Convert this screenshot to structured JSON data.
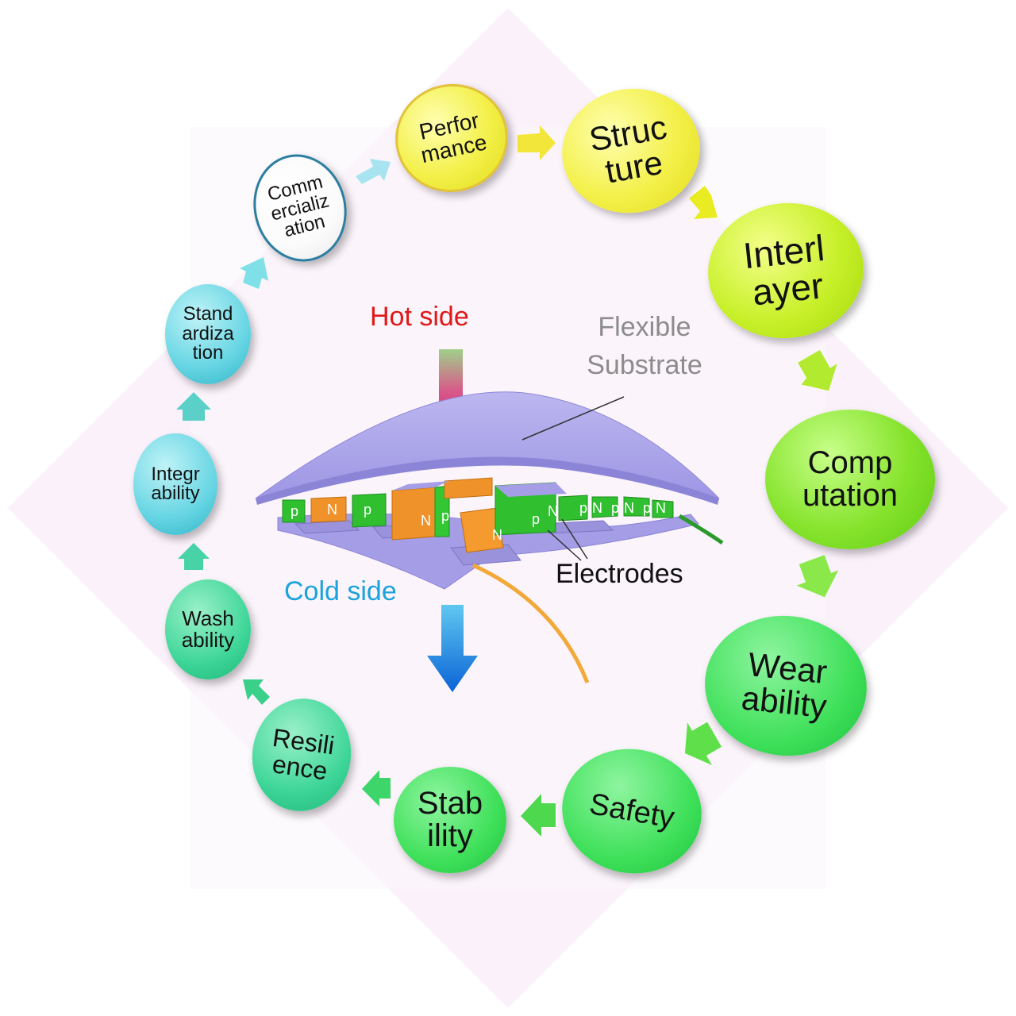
{
  "cycle_nodes": [
    {
      "id": "performance",
      "label": "Perfor\nmance"
    },
    {
      "id": "structure",
      "label": "Struc\nture"
    },
    {
      "id": "interlayer",
      "label": "Interl\nayer"
    },
    {
      "id": "computation",
      "label": "Comp\nutation"
    },
    {
      "id": "wearability",
      "label": "Wear\nability"
    },
    {
      "id": "safety",
      "label": "Safety"
    },
    {
      "id": "stability",
      "label": "Stab\nility"
    },
    {
      "id": "resilience",
      "label": "Resili\nence"
    },
    {
      "id": "washability",
      "label": "Wash\nability"
    },
    {
      "id": "integrability",
      "label": "Integr\nability"
    },
    {
      "id": "standardization",
      "label": "Stand\nardiza\ntion"
    },
    {
      "id": "commercialization",
      "label": "Comm\nercializ\nation"
    }
  ],
  "device_labels": {
    "hot_side": "Hot side",
    "cold_side": "Cold side",
    "flexible_substrate": "Flexible\nSubstrate",
    "electrodes": "Electrodes",
    "leg_p": "p",
    "leg_n": "N"
  },
  "colors": {
    "hot_side": "#e01818",
    "cold_side": "#1aa3dc",
    "substrate_label": "#8c8c8c",
    "substrate": "#a9a3e8",
    "p_leg": "#2fbf2f",
    "n_leg": "#f0922a",
    "backdrop": "#fbf1fb"
  }
}
